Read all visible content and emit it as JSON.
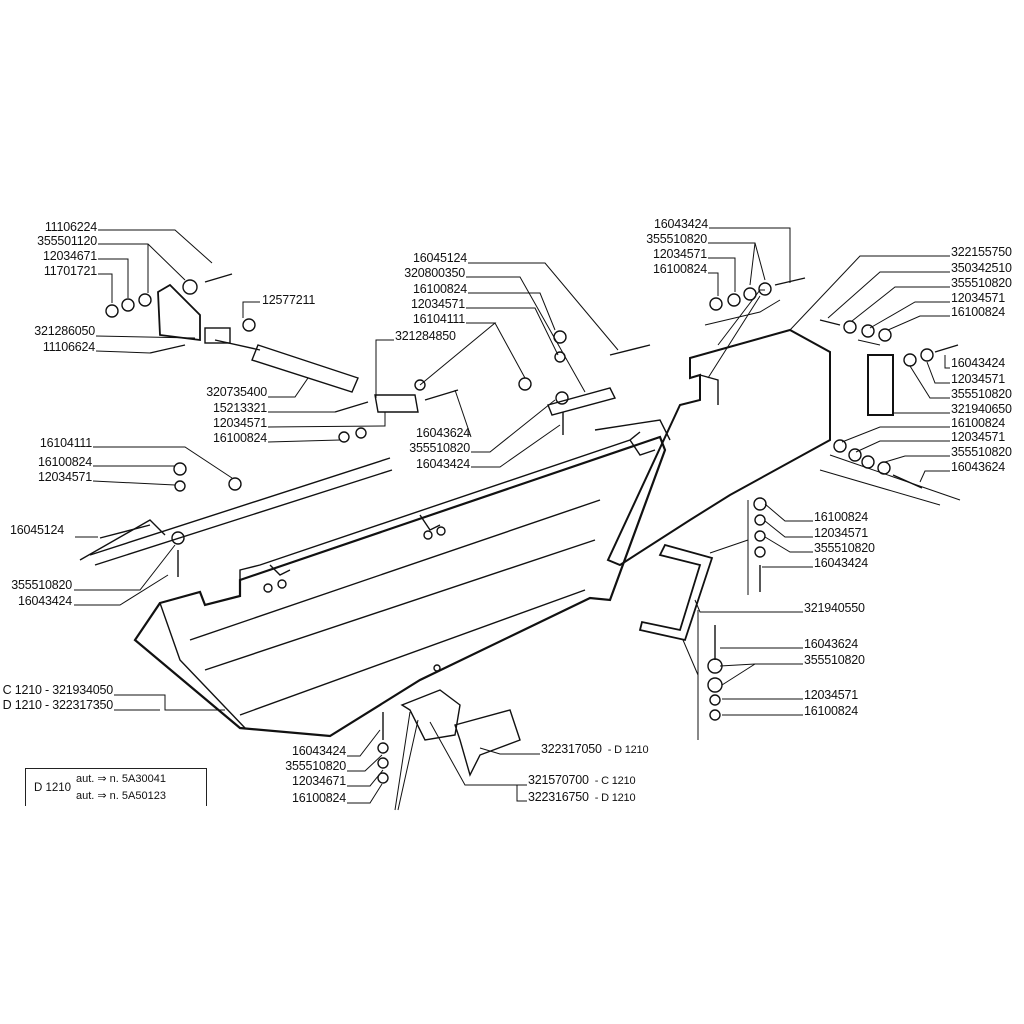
{
  "labels": [
    "11106224",
    "355501120",
    "12034671",
    "11701721",
    "321286050",
    "11106624",
    "12577211",
    "320735400",
    "15213321",
    "12034571",
    "16100824",
    "16104111",
    "16100824",
    "12034571",
    "16045124",
    "355510820",
    "16043424",
    "C 1210 - 321934050",
    "D 1210 - 322317350",
    "16045124",
    "320800350",
    "16100824",
    "12034571",
    "16104111",
    "321284850",
    "16043624",
    "355510820",
    "16043424",
    "16043424",
    "355510820",
    "12034571",
    "16100824",
    "322155750",
    "350342510",
    "355510820",
    "12034571",
    "16100824",
    "16043424",
    "12034571",
    "355510820",
    "321940650",
    "16100824",
    "12034571",
    "355510820",
    "16043624",
    "16100824",
    "12034571",
    "355510820",
    "16043424",
    "321940550",
    "16043624",
    "355510820",
    "12034571",
    "16100824",
    "16043424",
    "355510820",
    "12034671",
    "16100824",
    "322317050",
    "321570700",
    "322316750"
  ],
  "suffixes": {
    "58": "- D 1210",
    "59": "- C 1210",
    "60": "- D 1210"
  },
  "info_box": {
    "model": "D 1210",
    "line1": "aut. ⇒ n.  5A30041",
    "line2": "aut. ⇒ n.  5A50123"
  }
}
